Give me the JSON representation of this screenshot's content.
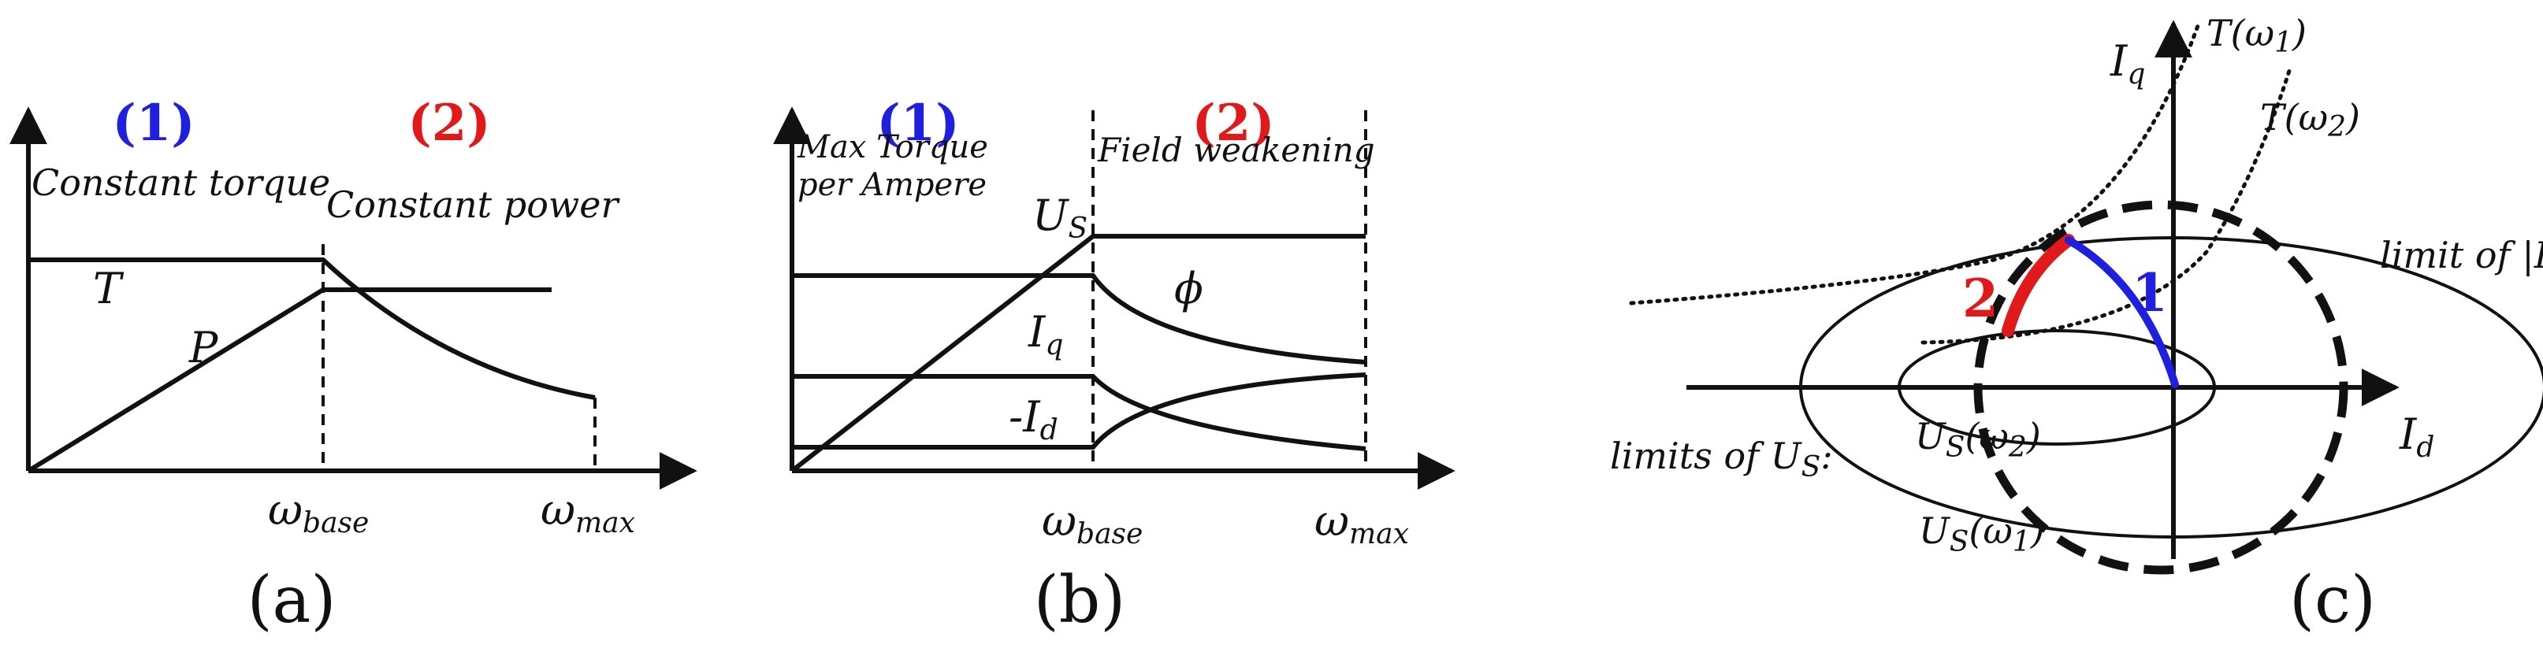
{
  "panel_a": {
    "region1_label": "(1)",
    "region2_label": "(2)",
    "region1_title": "Constant torque",
    "region2_title": "Constant power",
    "curve_T": "T",
    "curve_P": "P",
    "x_tick_base": "ω",
    "x_tick_base_sub": "base",
    "x_tick_max": "ω",
    "x_tick_max_sub": "max",
    "caption": "(a)"
  },
  "panel_b": {
    "region1_label": "(1)",
    "region2_label": "(2)",
    "region1_title_line1": "Max Torque",
    "region1_title_line2": "per Ampere",
    "region2_title": "Field weakening",
    "curve_Us": "U",
    "curve_Us_sub": "S",
    "curve_phi": "ϕ",
    "curve_Iq": "I",
    "curve_Iq_sub": "q",
    "curve_Id": "-I",
    "curve_Id_sub": "d",
    "x_tick_base": "ω",
    "x_tick_base_sub": "base",
    "x_tick_max": "ω",
    "x_tick_max_sub": "max",
    "caption": "(b)"
  },
  "panel_c": {
    "axis_q": "I",
    "axis_q_sub": "q",
    "axis_d": "I",
    "axis_d_sub": "d",
    "torque1": "T(ω",
    "torque1_sub": "1",
    "torque2": "T(ω",
    "torque2_sub": "2",
    "close_paren": ")",
    "limit_current": "limit of |I|",
    "limits_voltage": "limits of U",
    "limits_voltage_sub": "S",
    "limits_voltage_colon": ":",
    "us_w2": "U",
    "us_w2_sub": "S",
    "us_w2_arg": "(ω",
    "us_w2_arg_sub": "2",
    "us_w1": "U",
    "us_w1_sub": "S",
    "us_w1_arg": "(ω",
    "us_w1_arg_sub": "1",
    "path1_label": "1",
    "path2_label": "2",
    "caption": "(c)"
  },
  "colors": {
    "region1": "#1f1fe0",
    "region2": "#e01a1a",
    "path1": "#1f1fe0",
    "path2": "#e01a1a",
    "ink": "#111111"
  }
}
